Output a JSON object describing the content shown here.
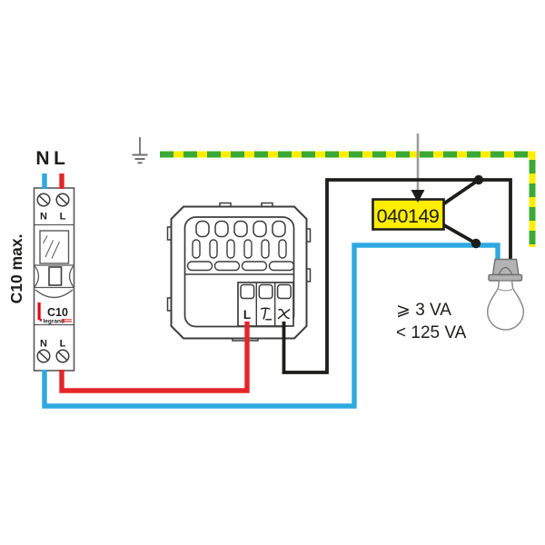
{
  "breaker": {
    "supply_n": "N",
    "supply_l": "L",
    "top_terminal_n": "N",
    "top_terminal_l": "L",
    "rating": "C10",
    "brand": "legrand",
    "bottom_terminal_n": "N",
    "bottom_terminal_l": "L",
    "side_note": "C10 max."
  },
  "dimmer": {
    "terminal_live": "L",
    "terminal_icons": [
      "pushbutton-icon",
      "lamp-load-icon"
    ]
  },
  "callout": {
    "product_ref": "040149"
  },
  "load": {
    "min_label": "⩾ 3 VA",
    "max_label": "< 125 VA"
  },
  "icons": [
    "earth-ground-icon",
    "screw-terminal-icon",
    "light-bulb-icon",
    "callout-arrow-icon"
  ],
  "colors": {
    "live_red": "#e52528",
    "neutral_blue": "#2fa8e1",
    "earth_green": "#3aaa35",
    "earth_yellow": "#ffed00",
    "callout_yellow": "#ffed00",
    "wire_black": "#1d1d1b",
    "brand_red": "#e30613"
  }
}
